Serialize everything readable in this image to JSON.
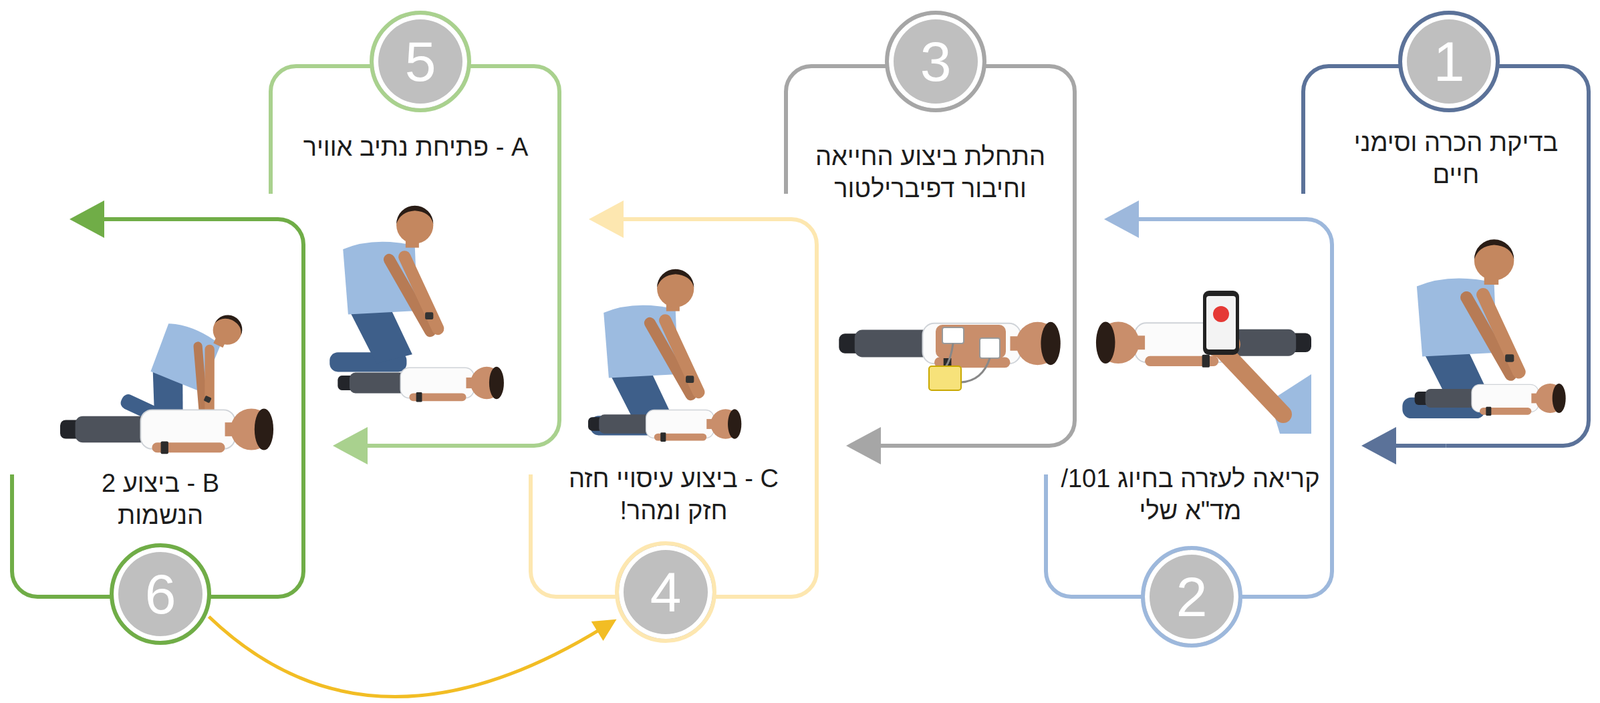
{
  "diagram": {
    "nodes": [
      {
        "text": [
          "בדיקת הכרה וסימני חיים"
        ]
      },
      {
        "text": [
          "1"
        ]
      },
      {
        "text": [
          "קריאה לעזרה בחיוג 101/ מד\"א שלי"
        ]
      },
      {
        "text": [
          "2"
        ]
      },
      {
        "text": [
          "התחלת ביצוע החייאה וחיבור דפיברילטור"
        ]
      },
      {
        "text": [
          "3"
        ]
      },
      {
        "text": [
          "C - ביצוע עיסויי חזה חזק ומהר!"
        ]
      },
      {
        "text": [
          "4"
        ]
      },
      {
        "text": [
          "A - פתיחת נתיב אוויר"
        ]
      },
      {
        "text": [
          "5"
        ]
      },
      {
        "text": [
          "B - ביצוע 2 הנשמות"
        ]
      },
      {
        "text": [
          "6"
        ]
      }
    ],
    "edges": [
      {
        "from": 0,
        "to": 2,
        "arrow": "to"
      },
      {
        "from": 2,
        "to": 4,
        "arrow": "to"
      },
      {
        "from": 4,
        "to": 6,
        "arrow": "to"
      },
      {
        "from": 6,
        "to": 8,
        "arrow": "to"
      },
      {
        "from": 8,
        "to": 10,
        "arrow": "to"
      },
      {
        "from": 11,
        "to": 7,
        "arrow": "to"
      }
    ]
  }
}
